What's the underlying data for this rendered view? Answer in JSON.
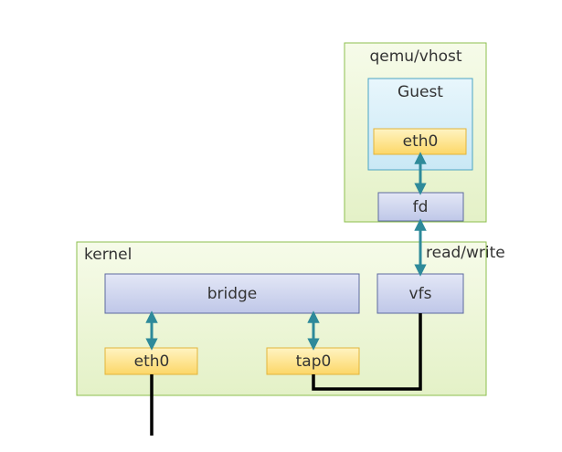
{
  "containers": {
    "qemu": {
      "label": "qemu/vhost"
    },
    "guest": {
      "label": "Guest"
    },
    "kernel": {
      "label": "kernel"
    }
  },
  "nodes": {
    "guest_eth0": {
      "label": "eth0"
    },
    "fd": {
      "label": "fd"
    },
    "bridge": {
      "label": "bridge"
    },
    "vfs": {
      "label": "vfs"
    },
    "eth0": {
      "label": "eth0"
    },
    "tap0": {
      "label": "tap0"
    }
  },
  "edges": {
    "fd_vfs": {
      "label": "read/write"
    }
  },
  "colors": {
    "container_fill": "#ebf5d3",
    "container_stroke": "#8cbf4e",
    "guest_fill": "#d6eef8",
    "guest_stroke": "#4aa3c4",
    "interface_fill": "#fde68a",
    "interface_stroke": "#e2b43a",
    "component_fill": "#d0d6ef",
    "component_stroke": "#5d6a9f",
    "arrow": "#2e8a9a",
    "wire": "#000000"
  }
}
